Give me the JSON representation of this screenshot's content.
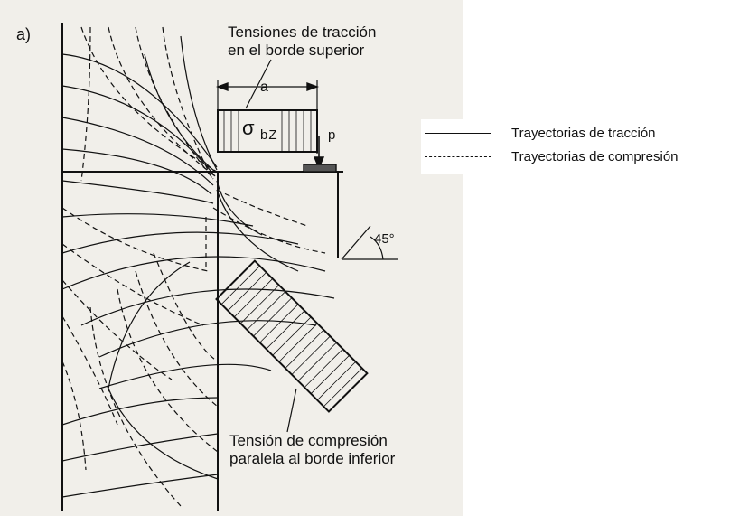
{
  "diagram": {
    "panel_label": "a)",
    "top_label": [
      "Tensiones de tracción",
      "en el borde superior"
    ],
    "bottom_label": [
      "Tensión de compresión",
      "paralela al borde inferior"
    ],
    "dimension_label": "a",
    "stress_symbol": "σ",
    "stress_subscript": "bZ",
    "load_label": "p",
    "angle_label": "45°"
  },
  "legend": {
    "items": [
      {
        "label": "Trayectorias de tracción",
        "line_style": "solid"
      },
      {
        "label": "Trayectorias de compresión",
        "line_style": "dashed"
      }
    ]
  },
  "colors": {
    "ink": "#111111",
    "scan_background": "#f1efea",
    "legend_background": "#ffffff"
  }
}
